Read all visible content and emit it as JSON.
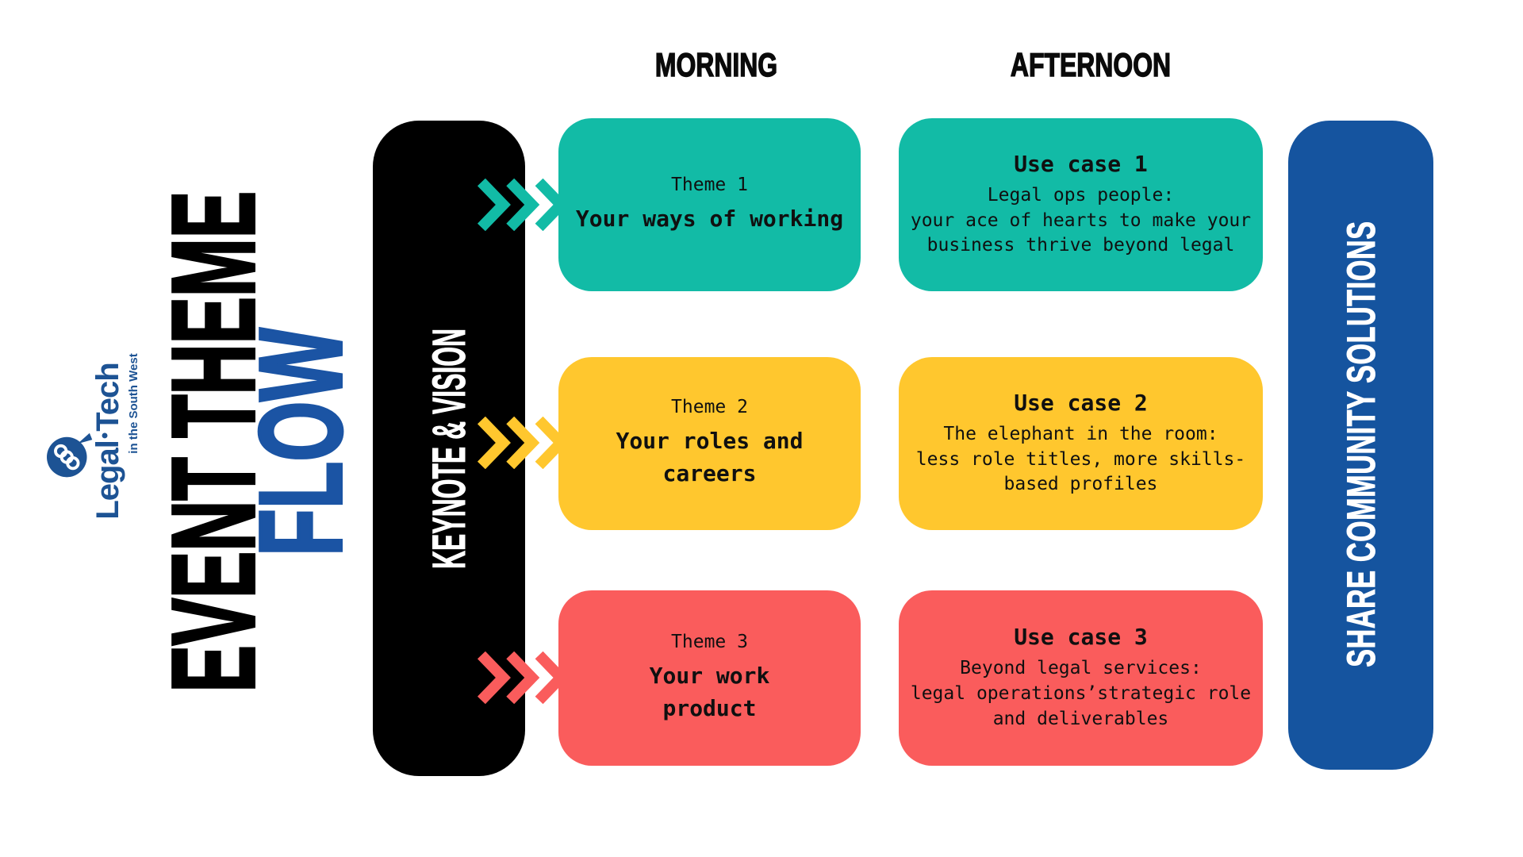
{
  "logo": {
    "wordmark_left": "Legal",
    "wordmark_sep": "•",
    "wordmark_right": "Tech",
    "tagline": "in the South West",
    "color": "#1d5394"
  },
  "title": {
    "line1": "EVENT THEME",
    "line2": "FLOW",
    "line1_color": "#000000",
    "line2_color": "#1b54a4"
  },
  "column_headers": {
    "morning": "MORNING",
    "afternoon": "AFTERNOON"
  },
  "keynote_pill": {
    "label": "KEYNOTE & VISION",
    "bg": "#000000"
  },
  "share_pill": {
    "label": "SHARE COMMUNITY SOLUTIONS",
    "bg": "#15549f"
  },
  "rows": [
    {
      "color": "#12bba6",
      "theme_label": "Theme 1",
      "theme_title": "Your ways of working",
      "use_case_title": "Use case 1",
      "use_case_body": "Legal ops people:\nyour ace of hearts to make your\nbusiness thrive beyond legal"
    },
    {
      "color": "#ffc72e",
      "theme_label": "Theme 2",
      "theme_title": "Your roles and\ncareers",
      "use_case_title": "Use case 2",
      "use_case_body": "The elephant in the room:\nless role titles, more skills-\nbased profiles"
    },
    {
      "color": "#fa5c5c",
      "theme_label": "Theme 3",
      "theme_title": "Your work\nproduct",
      "use_case_title": "Use case 3",
      "use_case_body": "Beyond legal services:\nlegal operations’strategic role\nand deliverables"
    }
  ]
}
